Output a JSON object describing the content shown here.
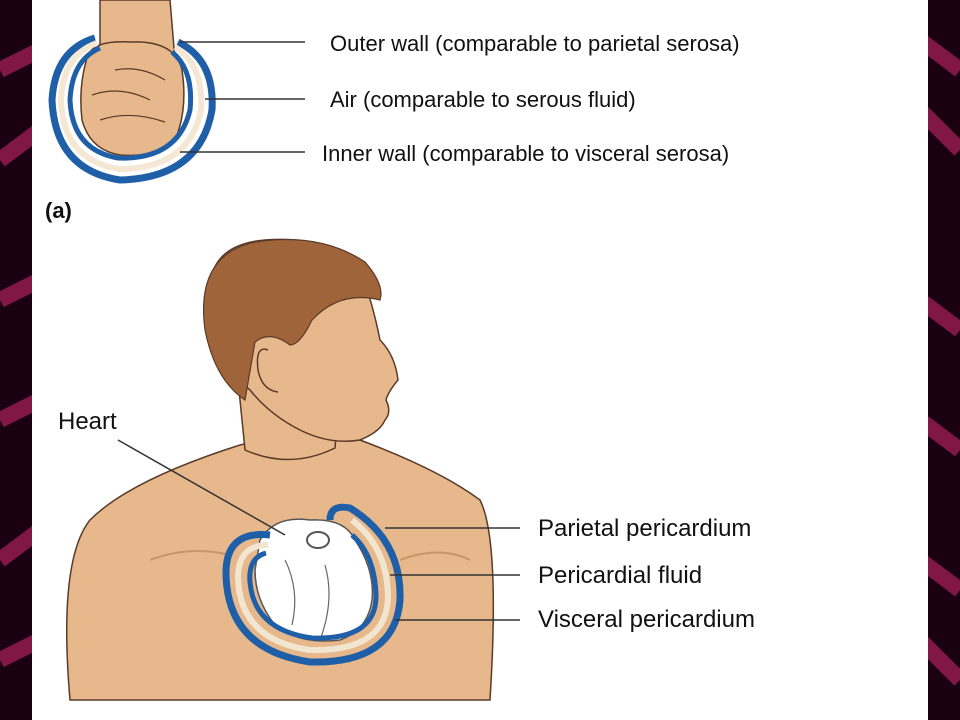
{
  "panel_a": {
    "letter": "(a)",
    "labels": [
      "Outer wall (comparable to parietal serosa)",
      "Air (comparable to serous fluid)",
      "Inner wall (comparable to visceral serosa)"
    ]
  },
  "panel_b": {
    "heart_label": "Heart",
    "labels": [
      "Parietal pericardium",
      "Pericardial fluid",
      "Visceral pericardium"
    ]
  },
  "colors": {
    "slide_background": "#1a0010",
    "stripe": "#8c1a4a",
    "membrane": "#1f5fa8",
    "skin": "#e6b88c",
    "hair": "#a0643a"
  }
}
